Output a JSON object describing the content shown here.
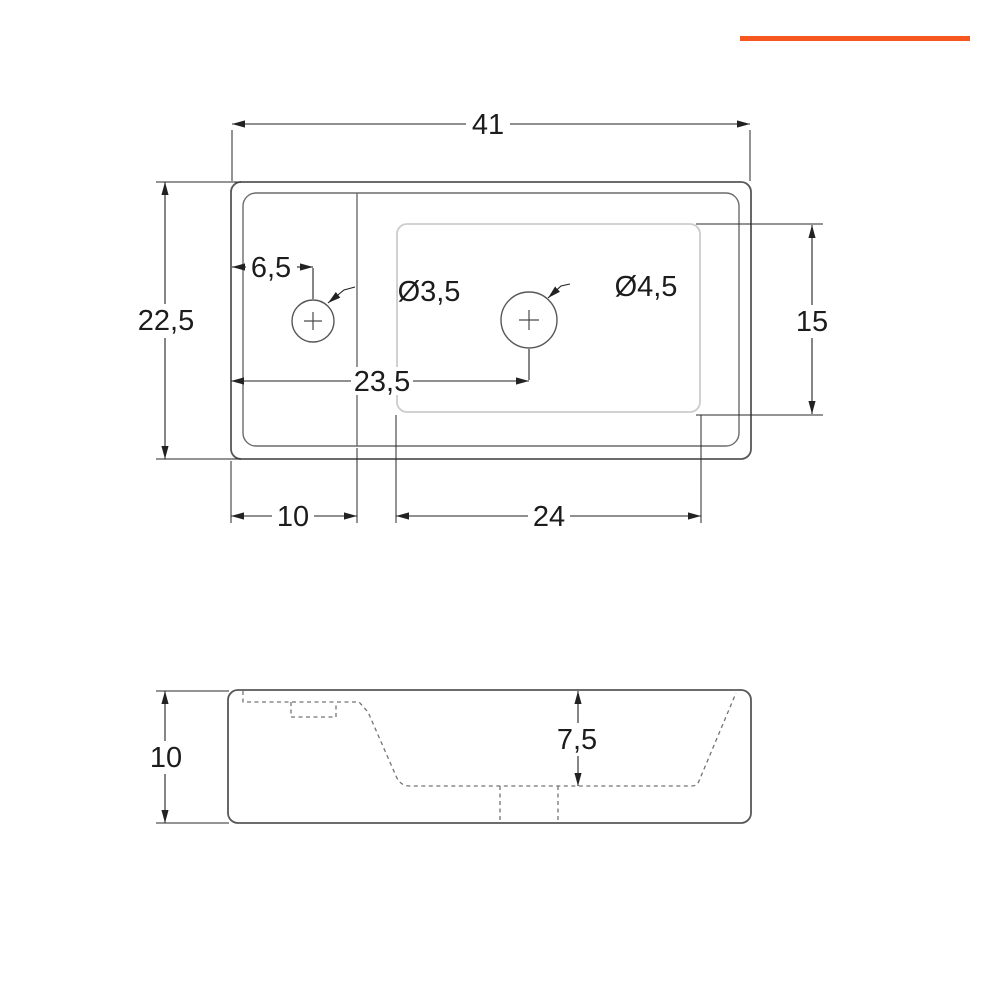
{
  "accent": {
    "color": "#f5571e"
  },
  "top_view": {
    "overall_width": "41",
    "overall_depth": "22,5",
    "left_hole_offset": "6,5",
    "left_hole_diameter": "Ø3,5",
    "right_hole_diameter": "Ø4,5",
    "basin_depth": "15",
    "right_hole_offset": "23,5",
    "shelf_width": "10",
    "basin_width": "24"
  },
  "side_view": {
    "overall_height": "10",
    "basin_inner_depth": "7,5"
  }
}
